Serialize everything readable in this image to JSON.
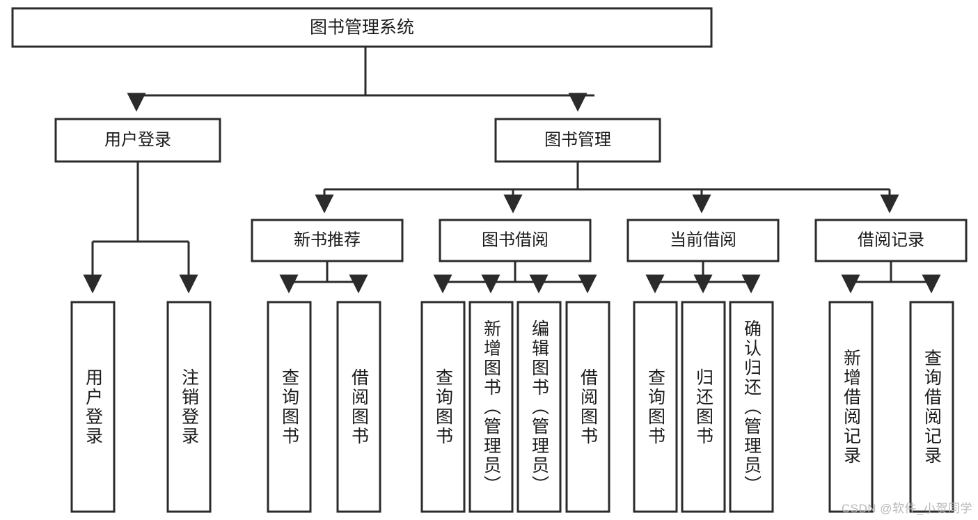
{
  "diagram": {
    "type": "tree-hierarchy",
    "title": "图书管理系统",
    "orientation": "top-down",
    "colors": {
      "stroke": "#2b2b2b",
      "fill": "#ffffff",
      "text": "#1a1a1a",
      "watermark": "#b8b8b8",
      "background": "#ffffff"
    },
    "levels": {
      "root": {
        "label": "图书管理系统"
      },
      "level2": [
        {
          "label": "用户登录"
        },
        {
          "label": "图书管理"
        }
      ],
      "level3": [
        {
          "label": "新书推荐"
        },
        {
          "label": "图书借阅"
        },
        {
          "label": "当前借阅"
        },
        {
          "label": "借阅记录"
        }
      ],
      "leaves": [
        {
          "label": "用户登录",
          "parent": "用户登录"
        },
        {
          "label": "注销登录",
          "parent": "用户登录"
        },
        {
          "label": "查询图书",
          "parent": "新书推荐"
        },
        {
          "label": "借阅图书",
          "parent": "新书推荐"
        },
        {
          "label": "查询图书",
          "parent": "图书借阅"
        },
        {
          "label": "新增图书（管理员）",
          "parent": "图书借阅"
        },
        {
          "label": "编辑图书（管理员）",
          "parent": "图书借阅"
        },
        {
          "label": "借阅图书",
          "parent": "图书借阅"
        },
        {
          "label": "查询图书",
          "parent": "当前借阅"
        },
        {
          "label": "归还图书",
          "parent": "当前借阅"
        },
        {
          "label": "确认归还（管理员）",
          "parent": "当前借阅"
        },
        {
          "label": "新增借阅记录",
          "parent": "借阅记录"
        },
        {
          "label": "查询借阅记录",
          "parent": "借阅记录"
        }
      ]
    }
  },
  "watermark": {
    "text": "CSDN @软件_小贺同学"
  }
}
